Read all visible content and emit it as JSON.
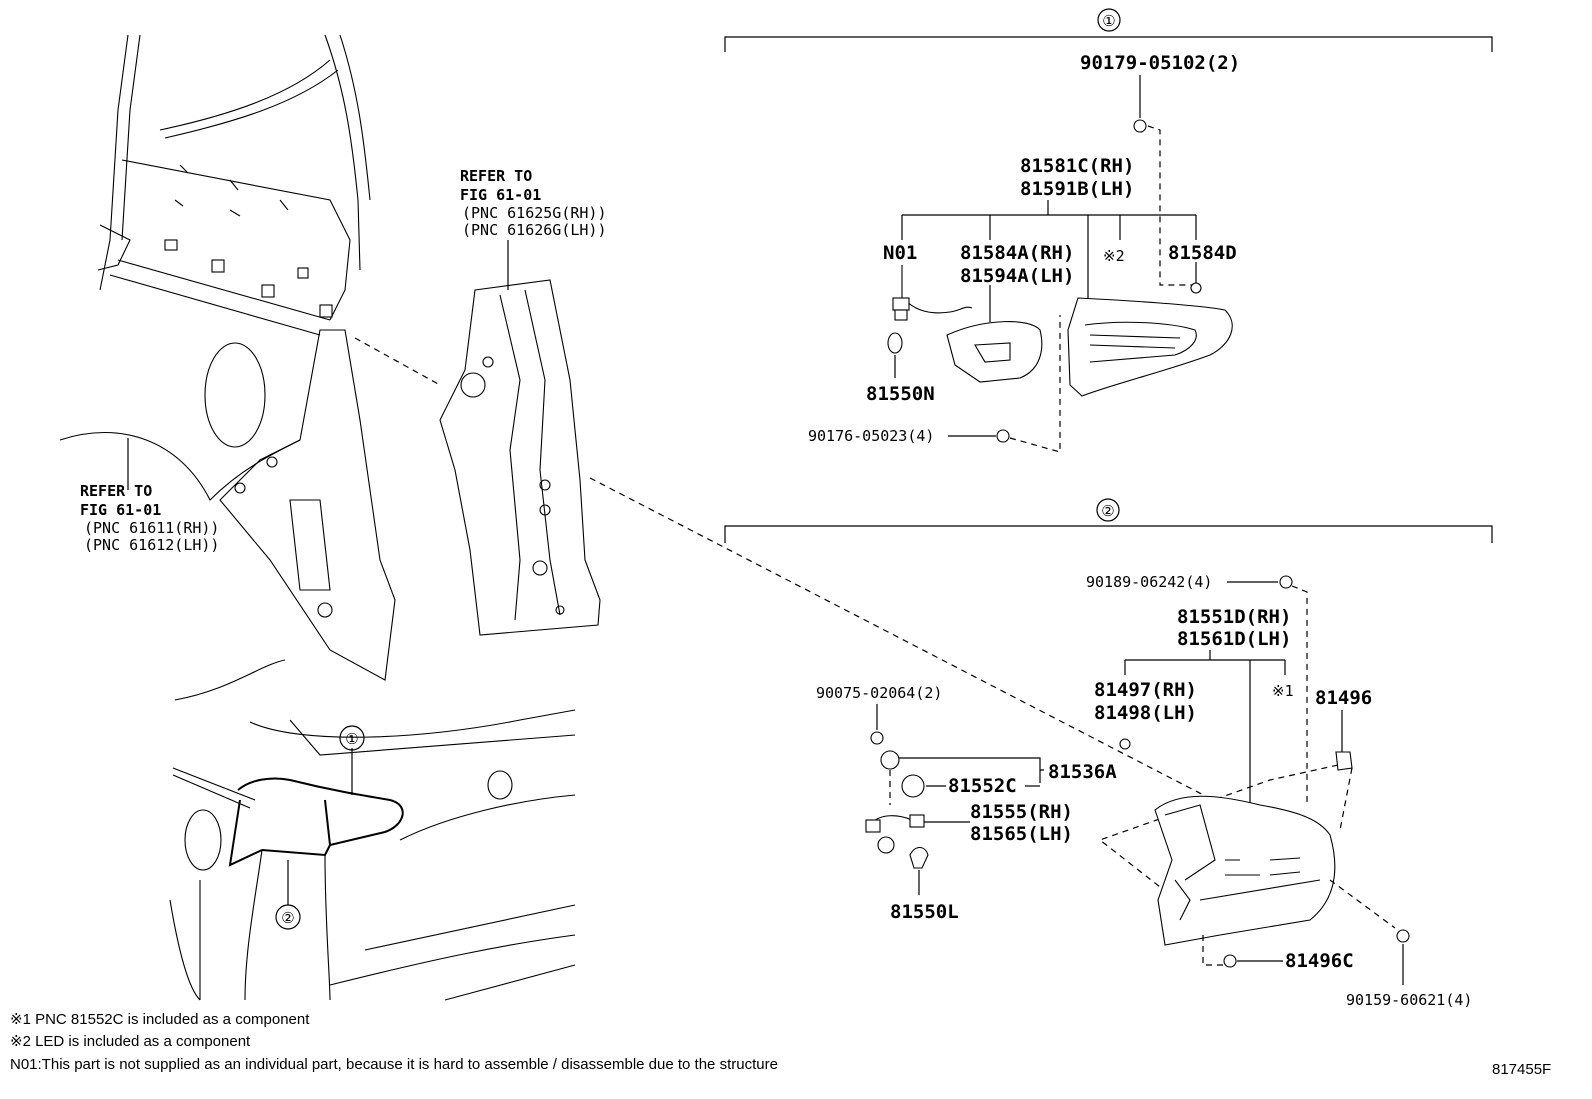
{
  "sections": {
    "one": "①",
    "two": "②"
  },
  "group1": {
    "bolt_top": "90179-05102(2)",
    "lamp_rh": "81581C(RH)",
    "lamp_lh": "81591B(LH)",
    "n01": "N01",
    "lens_rh": "81584A(RH)",
    "lens_lh": "81594A(LH)",
    "note2": "※2",
    "gasket": "81584D",
    "bulb": "81550N",
    "screw": "90176-05023(4)"
  },
  "group2": {
    "screw_top": "90189-06242(4)",
    "lamp_rh": "81551D(RH)",
    "lamp_lh": "81561D(LH)",
    "gasket_rh": "81497(RH)",
    "gasket_lh": "81498(LH)",
    "note1": "※1",
    "clip": "81496",
    "socket_screw": "90075-02064(2)",
    "socket": "81536A",
    "bulb_ring": "81552C",
    "wire_rh": "81555(RH)",
    "wire_lh": "81565(LH)",
    "bulb": "81550L",
    "clip_c": "81496C",
    "screw_bottom": "90159-60621(4)"
  },
  "refs": {
    "left_l1": "REFER TO",
    "left_l2": "FIG 61-01",
    "left_l3": "(PNC 61611(RH))",
    "left_l4": "(PNC 61612(LH))",
    "mid_l1": "REFER TO",
    "mid_l2": "FIG 61-01",
    "mid_l3": "(PNC 61625G(RH))",
    "mid_l4": "(PNC 61626G(LH))"
  },
  "callouts": {
    "c1": "①",
    "c2": "②"
  },
  "notes": {
    "n1": "※1 PNC 81552C is included as a component",
    "n2": "※2 LED is included as a component",
    "n3": "N01:This part is not supplied as an individual part, because it is hard to assemble / disassemble due to the structure"
  },
  "figure_id": "817455F"
}
